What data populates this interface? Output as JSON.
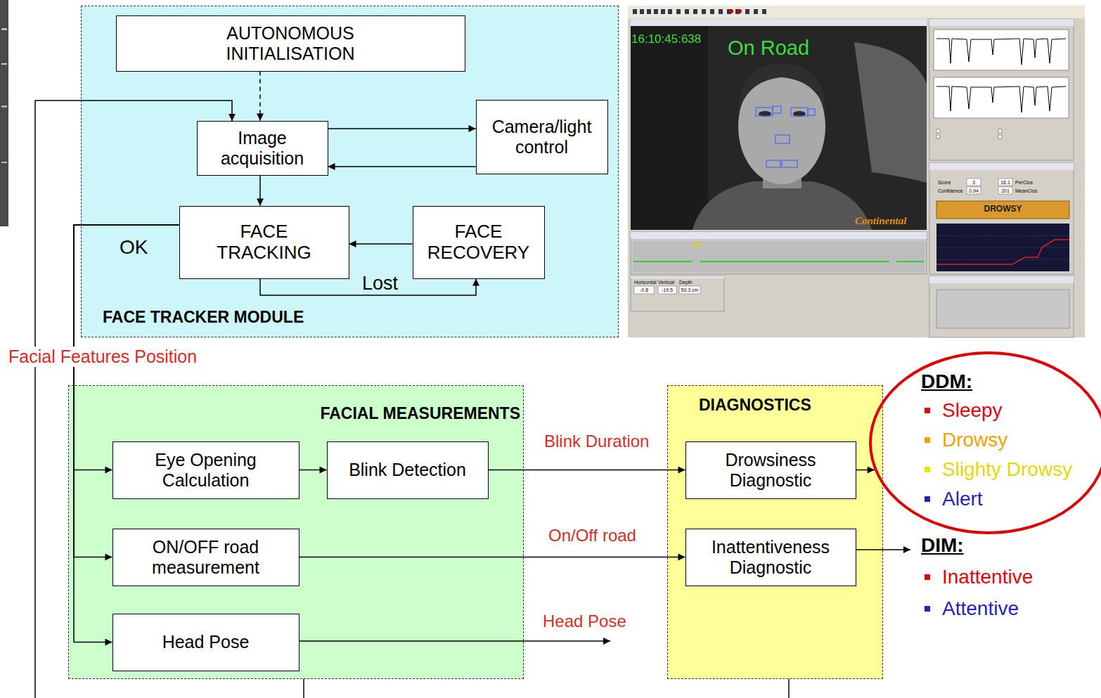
{
  "diagram": {
    "nodes": [
      {
        "text": [
          "FACE TRACKER MODULE"
        ]
      },
      {
        "text": [
          "AUTONOMOUS INITIALISATION"
        ],
        "in": 0
      },
      {
        "text": [
          "Image acquisition"
        ],
        "in": 0
      },
      {
        "text": [
          "Camera/light control"
        ],
        "in": 0
      },
      {
        "text": [
          "FACE TRACKING"
        ],
        "in": 0
      },
      {
        "text": [
          "FACE RECOVERY"
        ],
        "in": 0
      },
      {
        "text": [
          "FACIAL MEASUREMENTS"
        ]
      },
      {
        "text": [
          "Eye Opening Calculation"
        ],
        "in": 6
      },
      {
        "text": [
          "Blink Detection"
        ],
        "in": 6
      },
      {
        "text": [
          "ON/OFF road measurement"
        ],
        "in": 6
      },
      {
        "text": [
          "Head Pose"
        ],
        "in": 6
      },
      {
        "text": [
          "DIAGNOSTICS"
        ]
      },
      {
        "text": [
          "Drowsiness Diagnostic"
        ],
        "in": 11
      },
      {
        "text": [
          "Inattentiveness Diagnostic"
        ],
        "in": 11
      },
      {
        "text": [
          "DDM:",
          "Sleepy",
          "Drowsy",
          "Slighty Drowsy",
          "Alert"
        ]
      }
    ],
    "edges": [
      {
        "from": 1,
        "to": 2,
        "arrow": "to"
      },
      {
        "from": 2,
        "to": 3,
        "arrow": "to"
      },
      {
        "from": 3,
        "to": 2,
        "arrow": "to"
      },
      {
        "from": 2,
        "to": 4,
        "arrow": "to"
      },
      {
        "from": 4,
        "to": 5,
        "label": "Lost",
        "arrow": "to"
      },
      {
        "from": 5,
        "to": 4,
        "arrow": "to"
      },
      {
        "from": 4,
        "to": 7,
        "arrow": "to"
      },
      {
        "from": 4,
        "to": 9,
        "arrow": "to"
      },
      {
        "from": 4,
        "to": 10,
        "arrow": "to"
      },
      {
        "from": 7,
        "to": 8,
        "arrow": "to"
      },
      {
        "from": 8,
        "to": 12,
        "label": "Blink Duration",
        "arrow": "to"
      },
      {
        "from": 9,
        "to": 13,
        "label": "On/Off road",
        "arrow": "to"
      },
      {
        "from": 12,
        "to": 14,
        "arrow": "to"
      }
    ],
    "labels": [
      "Facial Features Position",
      "OK",
      "Head Pose",
      "DIM:",
      "Inattentive",
      "Attentive",
      "16:10:45:638",
      "On Road",
      "Continental",
      "DROWSY",
      "Score",
      "3",
      "16.1",
      "PerClos",
      "Confidence",
      "0.94",
      "201",
      "MeanClos",
      "Horizontal",
      "Vertical",
      "Depth",
      "-0.8",
      "-19.5",
      "50.3 cm"
    ]
  }
}
